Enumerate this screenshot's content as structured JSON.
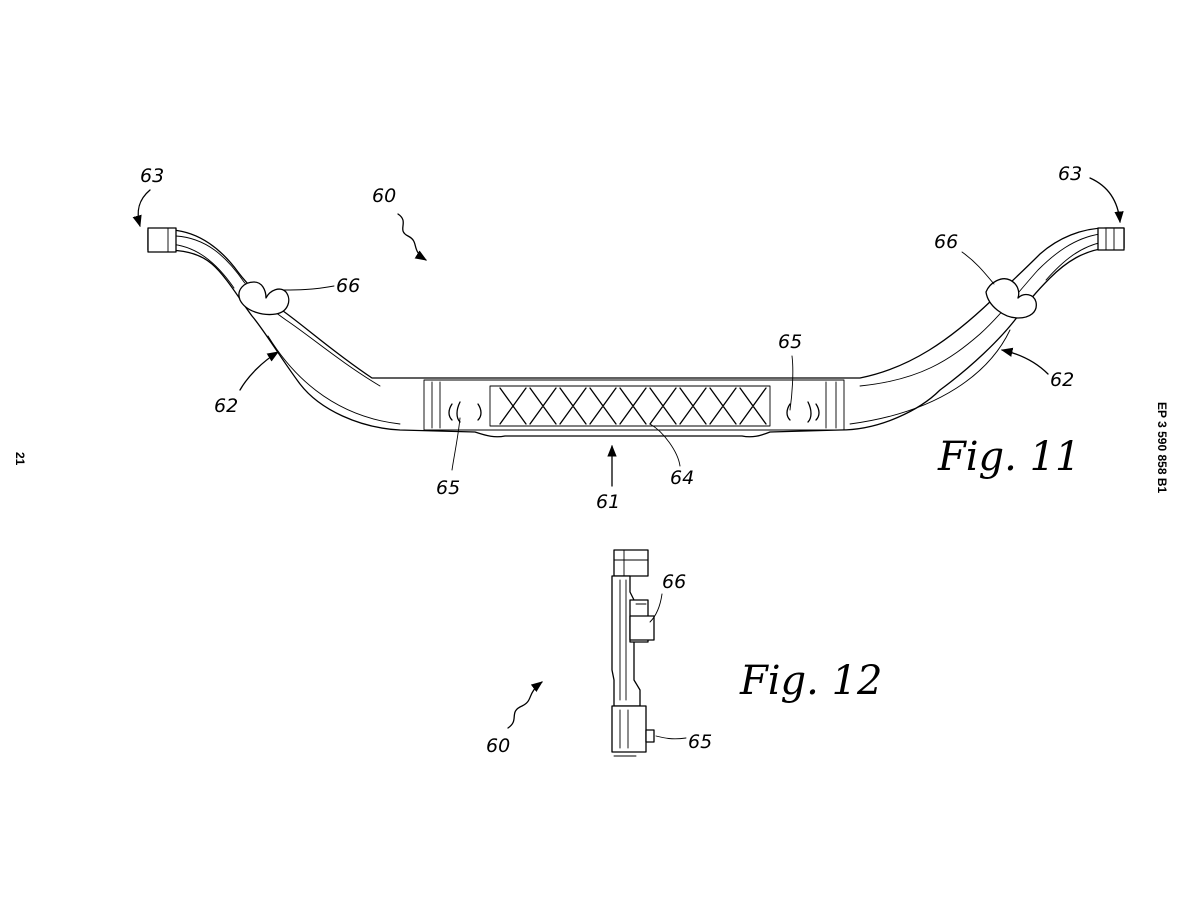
{
  "page_number": "21",
  "publication_number": "EP 3 590 858 B1",
  "figures": [
    {
      "caption": "Fig. 11",
      "labels": {
        "assembly": "60",
        "center_arrow": "61",
        "bend_left": "62",
        "bend_right": "62",
        "end_left": "63",
        "end_right": "63",
        "lattice": "64",
        "clip_left": "65",
        "clip_right": "65",
        "boss_left": "66",
        "boss_right": "66"
      }
    },
    {
      "caption": "Fig. 12",
      "labels": {
        "assembly": "60",
        "boss": "66",
        "clip": "65"
      }
    }
  ],
  "colors": {
    "ink": "#000000",
    "paper": "#ffffff"
  }
}
